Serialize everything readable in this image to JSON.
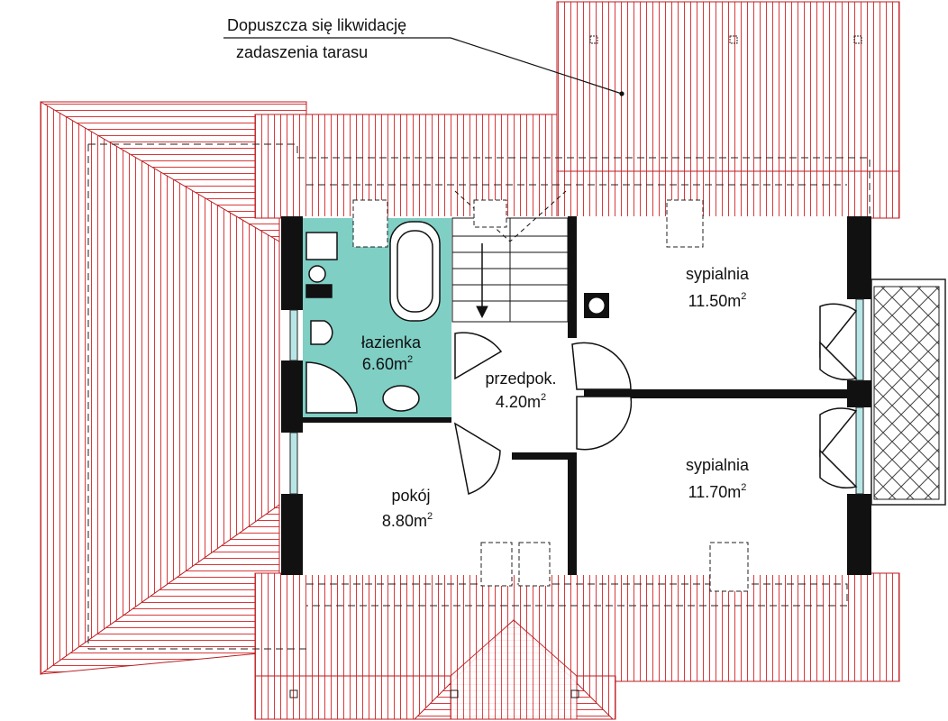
{
  "annotation": {
    "line1": "Dopuszcza się likwidację",
    "line2": "zadaszenia tarasu"
  },
  "rooms": [
    {
      "id": "lazienka",
      "name": "łazienka",
      "area": "6.60m",
      "sup": "2"
    },
    {
      "id": "przedpokoj",
      "name": "przedpok.",
      "area": "4.20m",
      "sup": "2"
    },
    {
      "id": "sypialnia1",
      "name": "sypialnia",
      "area": "11.50m",
      "sup": "2"
    },
    {
      "id": "sypialnia2",
      "name": "sypialnia",
      "area": "11.70m",
      "sup": "2"
    },
    {
      "id": "pokoj",
      "name": "pokój",
      "area": "8.80m",
      "sup": "2"
    }
  ],
  "colors": {
    "roof_lines": "#d9393b",
    "roof_outline": "#b81e23",
    "walls": "#111111",
    "bathroom_fill": "#7fcfc5",
    "window_glass": "#b8e6e6",
    "balcony_hatch": "#444444"
  },
  "icons": [
    "bathtub-icon",
    "toilet-icon",
    "sink-icon",
    "shower-icon",
    "stove-icon",
    "washing-machine-icon",
    "chimney-icon",
    "skylight-icon",
    "staircase-icon",
    "door-swing-icon"
  ]
}
